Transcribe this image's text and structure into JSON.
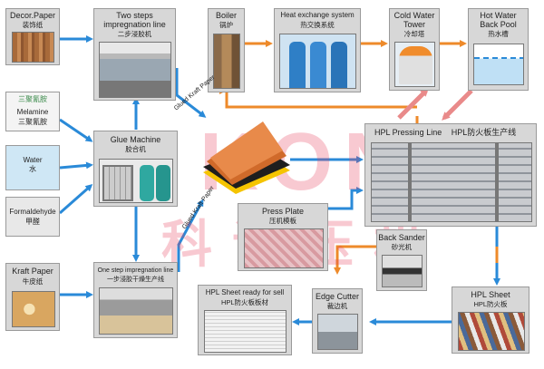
{
  "nodes": {
    "decor_paper": {
      "en": "Decor.Paper",
      "cn": "装饰纸"
    },
    "two_step": {
      "en1": "Two steps",
      "en2": "impregnation line",
      "cn": "二步浸胶机"
    },
    "boiler": {
      "en": "Boiler",
      "cn": "锅炉"
    },
    "heat_exchange": {
      "en": "Heat exchange system",
      "cn": "热交换系统"
    },
    "cold_water": {
      "en1": "Cold Water",
      "en2": "Tower",
      "cn": "冷却塔"
    },
    "hot_water": {
      "en1": "Hot Water",
      "en2": "Back Pool",
      "cn": "热水槽"
    },
    "melamine": {
      "en": "Melamine",
      "cn": "三聚氰胺",
      "bag_text": "三聚氰胺"
    },
    "glue_machine": {
      "en": "Glue Machine",
      "cn": "胶合机"
    },
    "water": {
      "en": "Water",
      "cn": "水"
    },
    "formaldehyde": {
      "en": "Formaldehyde",
      "cn": "甲醛"
    },
    "kraft_paper": {
      "en": "Kraft Paper",
      "cn": "牛皮纸"
    },
    "one_step": {
      "en": "One step impregnation line",
      "cn": "一步浸胶干燥生产线"
    },
    "hpl_pressing": {
      "en": "HPL Pressing Line",
      "cn": "HPL防火板生产线"
    },
    "press_plate": {
      "en": "Press Plate",
      "cn": "压机模板"
    },
    "back_sander": {
      "en": "Back Sander",
      "cn": "砂光机"
    },
    "hpl_sheet_ready": {
      "en": "HPL Sheet ready for sell",
      "cn": "HPL防火板板材"
    },
    "edge_cutter": {
      "en": "Edge Cutter",
      "cn": "裁边机"
    },
    "hpl_sheet": {
      "en": "HPL Sheet",
      "cn": "HPL防火板"
    }
  },
  "slant_labels": {
    "glued_kraft_1": "Glued Kraft Paper",
    "glued_kraft_2": "Glued Kraft Paper"
  },
  "watermark": {
    "latin": "KONO",
    "cn": "科诺压机"
  },
  "colors": {
    "flow_blue": "#2a8ad8",
    "heat_orange": "#ee8a2a",
    "water_pink": "#e98a8a",
    "box_fill": "#d7d7d7"
  }
}
